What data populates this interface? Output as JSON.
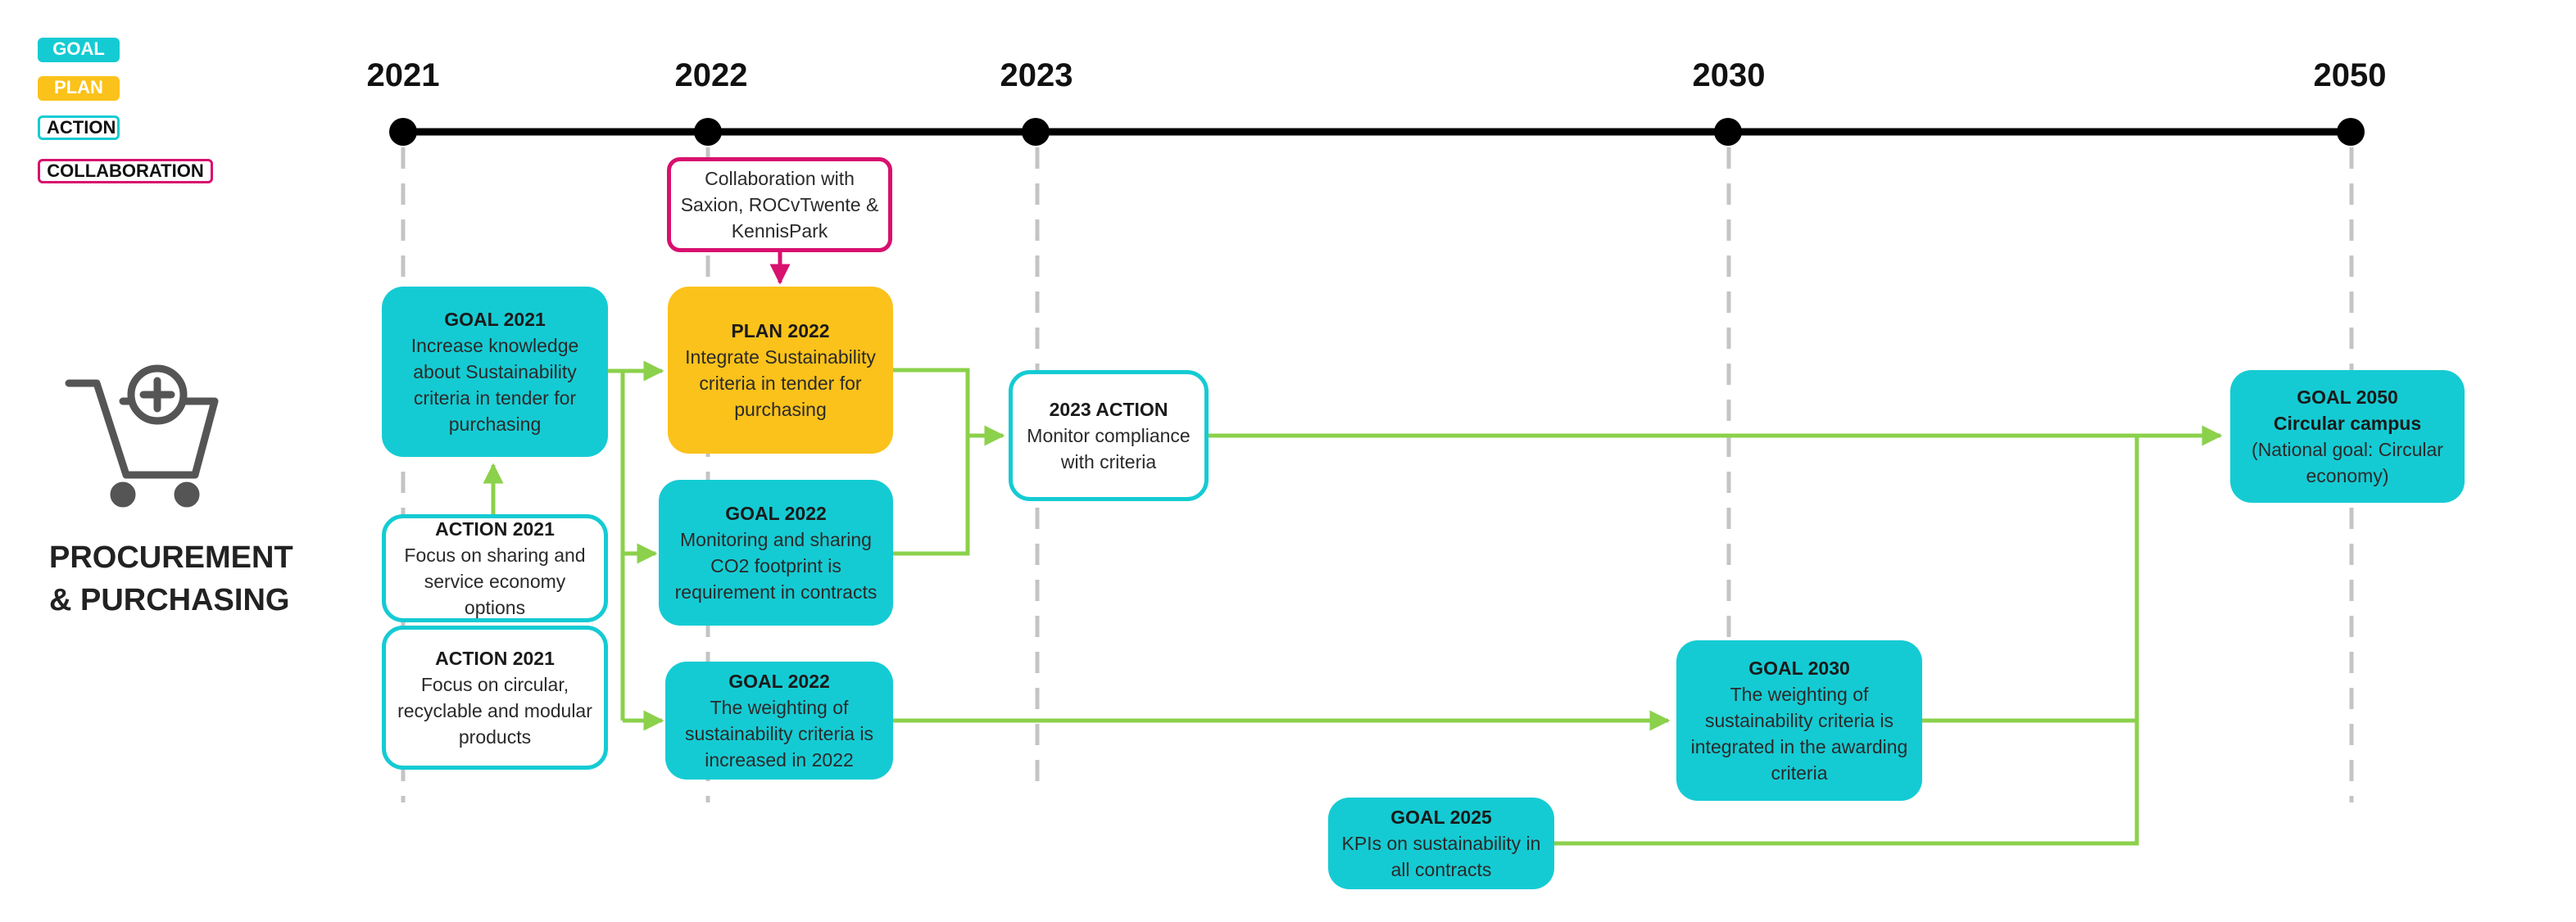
{
  "legend": {
    "goal": "GOAL",
    "plan": "PLAN",
    "action": "ACTION",
    "collaboration": "COLLABORATION"
  },
  "colors": {
    "goal": "#15cbd3",
    "plan": "#fbc21b",
    "action_border": "#15cbd3",
    "collaboration_border": "#d8106e",
    "arrow": "#8bd14b",
    "timeline": "#000000"
  },
  "timeline": {
    "years": [
      "2021",
      "2022",
      "2023",
      "2030",
      "2050"
    ]
  },
  "section": {
    "icon": "shopping-cart-plus-icon",
    "title_line1": "PROCUREMENT",
    "title_line2": "& PURCHASING"
  },
  "nodes": {
    "collab_2022": {
      "title": "",
      "desc": "Collaboration with Saxion, ROCvTwente & KennisPark"
    },
    "goal_2021": {
      "title": "GOAL 2021",
      "desc": "Increase knowledge about Sustainability criteria in tender for purchasing"
    },
    "plan_2022": {
      "title": "PLAN 2022",
      "desc": "Integrate Sustainability criteria in tender for purchasing"
    },
    "action_2023": {
      "title": "2023 ACTION",
      "desc": "Monitor compliance with criteria"
    },
    "goal_2050": {
      "title": "GOAL 2050",
      "title2": "Circular campus",
      "desc": "(National goal: Circular economy)"
    },
    "action_2021_sharing": {
      "title": "ACTION 2021",
      "desc": "Focus on sharing and service economy options"
    },
    "goal_2022_co2": {
      "title": "GOAL 2022",
      "desc": "Monitoring and sharing CO2 footprint is requirement in contracts"
    },
    "action_2021_circular": {
      "title": "ACTION 2021",
      "desc": "Focus on circular, recyclable and modular products"
    },
    "goal_2022_weighting": {
      "title": "GOAL 2022",
      "desc": "The weighting of sustainability criteria is increased in 2022"
    },
    "goal_2030": {
      "title": "GOAL 2030",
      "desc": "The weighting of sustainability criteria is integrated in the awarding criteria"
    },
    "goal_2025": {
      "title": "GOAL 2025",
      "desc": "KPIs on sustainability in all contracts"
    }
  }
}
